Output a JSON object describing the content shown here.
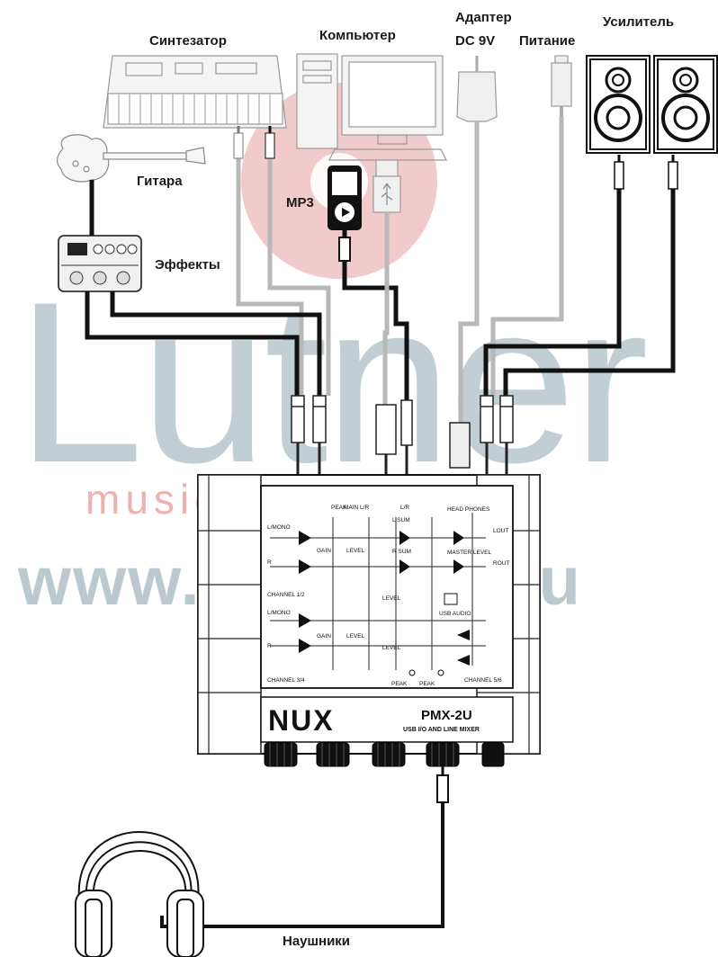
{
  "labels": {
    "synth": "Синтезатор",
    "computer": "Компьютер",
    "adapter_line1": "Адаптер",
    "adapter_line2": "DC 9V",
    "power": "Питание",
    "amp": "Усилитель",
    "guitar": "Гитара",
    "mp3": "MP3",
    "effects": "Эффекты",
    "headphones": "Наушники"
  },
  "watermark": {
    "brand": "Lutner",
    "tagline": "music company",
    "url": "www.LUTNER.ru",
    "brand_color": "#5f7f8f",
    "accent_color": "#d9534f"
  },
  "device": {
    "brand": "NUX",
    "model": "PMX-2U",
    "subtitle": "USB I/O AND LINE MIXER",
    "panel": {
      "peak": "PEAK",
      "main_lr": "MAIN L/R",
      "lr": "L/R",
      "l_sum": "L SUM",
      "r_sum": "R SUM",
      "headphones": "HEAD PHONES",
      "master_level": "MASTER LEVEL",
      "lout": "LOUT",
      "rout": "ROUT",
      "usb_audio": "USB AUDIO",
      "lmono": "L/MONO",
      "r": "R",
      "gain": "GAIN",
      "level": "LEVEL",
      "channel_12": "CHANNEL 1/2",
      "channel_34": "CHANNEL 3/4",
      "channel_56": "CHANNEL 5/6"
    }
  }
}
